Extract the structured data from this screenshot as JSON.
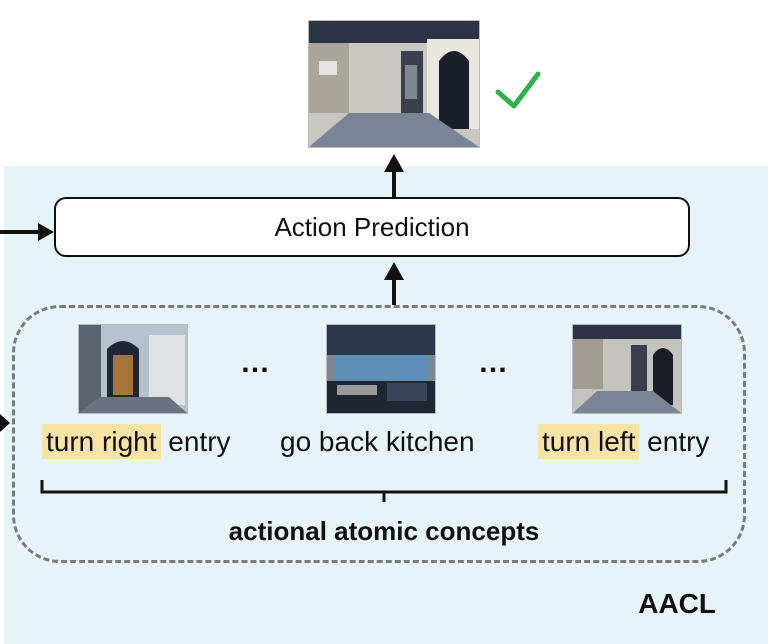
{
  "panel_title": "AACL",
  "action_box_label": "Action Prediction",
  "ellipsis": "…",
  "concepts": [
    {
      "highlight": "turn right",
      "rest": " entry"
    },
    {
      "highlight": "",
      "rest": "go back kitchen"
    },
    {
      "highlight": "turn left",
      "rest": " entry"
    }
  ],
  "caption": "actional atomic concepts",
  "icons": {
    "result": "checkmark-icon"
  },
  "colors": {
    "panel_bg": "#e6f4fa",
    "highlight": "#f7e3a3",
    "check": "#2eb04a"
  }
}
